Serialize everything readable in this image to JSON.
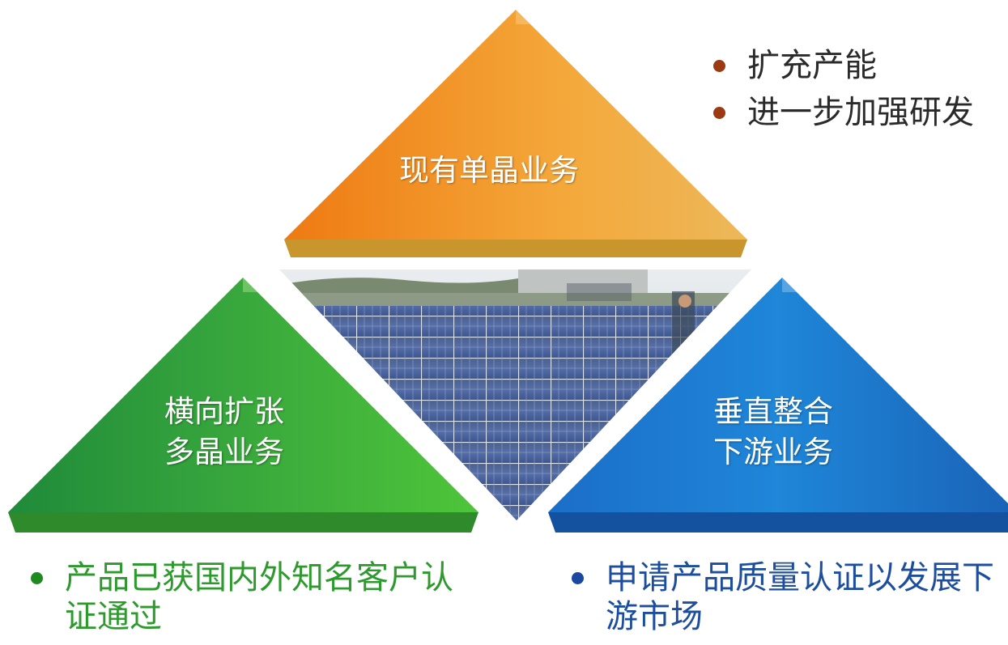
{
  "triangles": {
    "top": {
      "label": "现有单晶业务",
      "color": "#f0a030"
    },
    "left": {
      "label_line1": "横向扩张",
      "label_line2": "多晶业务",
      "color": "#3bb33b"
    },
    "right": {
      "label_line1": "垂直整合",
      "label_line2": "下游业务",
      "color": "#1f7fd0"
    }
  },
  "center_image": {
    "subject": "solar-panel-rooftop-photo"
  },
  "bullets": {
    "top": [
      "扩充产能",
      "进一步加强研发"
    ],
    "left": [
      "产品已获国内外知名客户认证通过"
    ],
    "right": [
      "申请产品质量认证以发展下游市场"
    ]
  }
}
